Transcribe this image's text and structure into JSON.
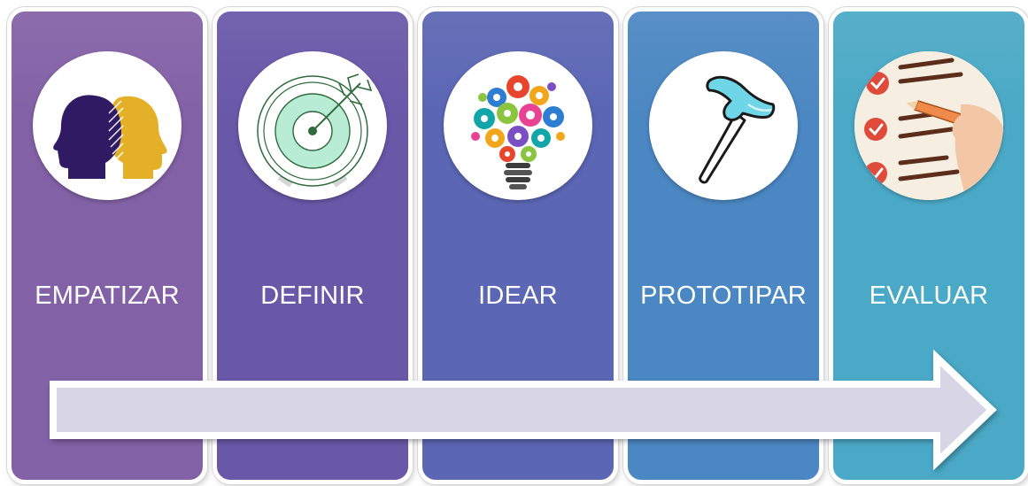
{
  "stages": [
    {
      "label": "EMPATIZAR",
      "color": "#8361a6",
      "icon": "two-heads-icon"
    },
    {
      "label": "DEFINIR",
      "color": "#6957a8",
      "icon": "target-arrow-icon"
    },
    {
      "label": "IDEAR",
      "color": "#5b66b4",
      "icon": "lightbulb-gears-icon"
    },
    {
      "label": "PROTOTIPAR",
      "color": "#4b87c2",
      "icon": "hammer-icon"
    },
    {
      "label": "EVALUAR",
      "color": "#4aa9c6",
      "icon": "checklist-icon"
    }
  ],
  "arrow": {
    "fill": "#d8d5e6",
    "outline": "#ffffff"
  }
}
